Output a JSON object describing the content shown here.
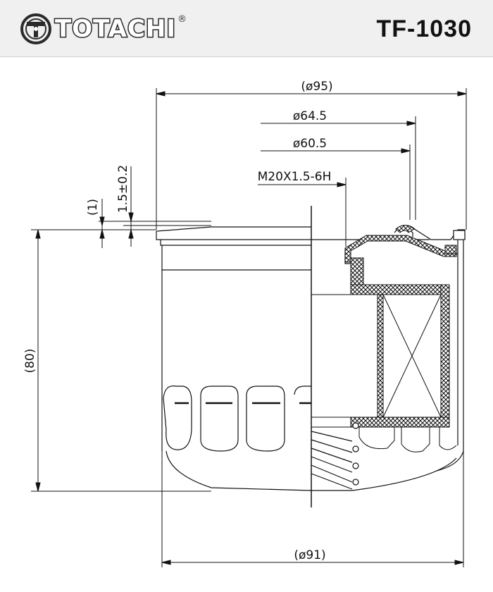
{
  "header": {
    "brand": "TOTACHI",
    "registered_mark": "®",
    "part_number": "TF-1030"
  },
  "drawing": {
    "dim_outer_diameter": "(ø95)",
    "dim_gasket_outer": "ø64.5",
    "dim_gasket_inner": "ø60.5",
    "dim_thread": "M20X1.5-6H",
    "dim_height": "(80)",
    "dim_gasket_thickness": "1.5±0.2",
    "dim_gasket_gap": "(1)",
    "dim_body_diameter": "(ø91)"
  },
  "colors": {
    "header_bg": "#f0f0f0",
    "line": "#111111"
  }
}
